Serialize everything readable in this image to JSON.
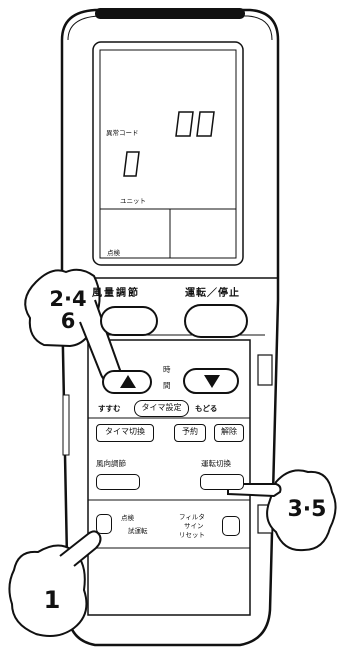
{
  "lcd": {
    "error_code_label": "異常コード",
    "error_code_value": "00",
    "unit_digit": "0",
    "unit_label": "ユニット",
    "check_label": "点検"
  },
  "buttons": {
    "fan_label": "風量調節",
    "run_stop_label": "運転／停止",
    "time_label_top": "時",
    "time_label_bottom": "間",
    "advance_label": "すすむ",
    "timer_set_label": "タイマ設定",
    "back_label": "もどる",
    "timer_switch_label": "タイマ切換",
    "reserve_label": "予約",
    "cancel_label": "解除",
    "louver_label": "風向調節",
    "mode_label": "運転切換",
    "check_line1": "点検",
    "check_line2": "試運転",
    "filter_line1": "フィルタ",
    "filter_line2": "サイン",
    "filter_line3": "リセット"
  },
  "callouts": {
    "step_a_line1": "2·4",
    "step_a_line2": "6",
    "step_b": "3·5",
    "step_c": "1"
  }
}
